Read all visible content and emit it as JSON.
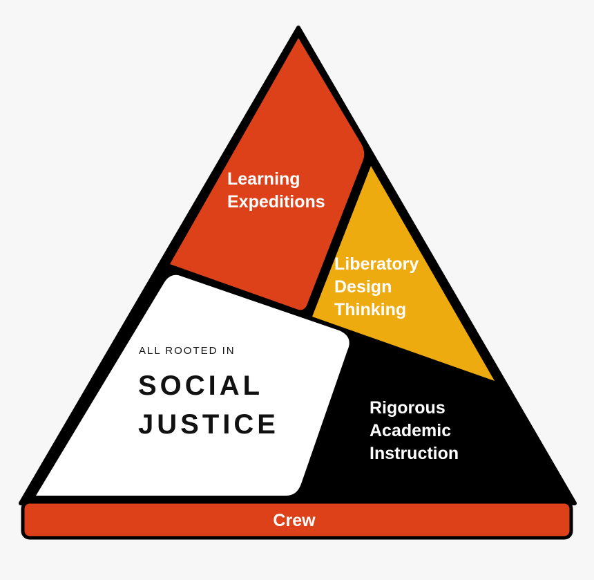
{
  "colors": {
    "outline": "#000000",
    "learning": "#dd4119",
    "liberatory": "#eeab0f",
    "rigorous": "#000000",
    "root": "#ffffff",
    "crew": "#dd4119",
    "background": "#f7f7f7"
  },
  "segments": {
    "learning_expeditions": {
      "line1": "Learning",
      "line2": "Expeditions"
    },
    "liberatory_design": {
      "line1": "Liberatory",
      "line2": "Design",
      "line3": "Thinking"
    },
    "rigorous_instruction": {
      "line1": "Rigorous",
      "line2": "Academic",
      "line3": "Instruction"
    },
    "root": {
      "caption": "ALL ROOTED IN",
      "title_line1": "SOCIAL",
      "title_line2": "JUSTICE"
    }
  },
  "base": {
    "label": "Crew"
  }
}
